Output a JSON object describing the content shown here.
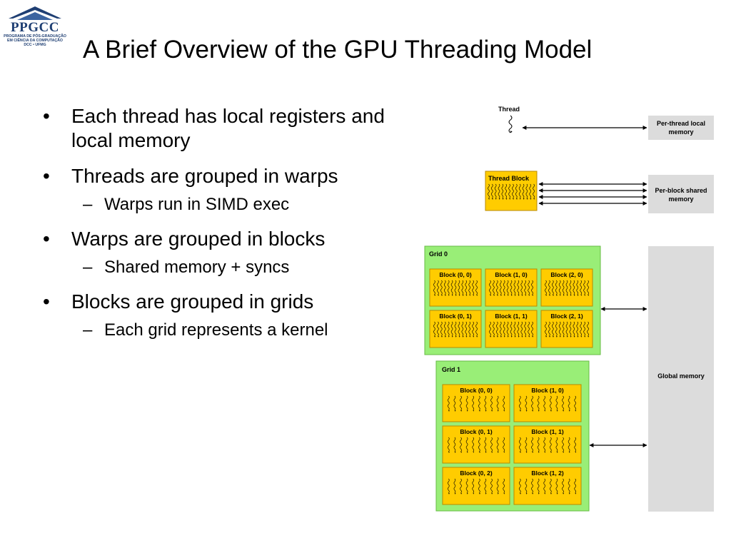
{
  "logo": {
    "name": "PPGCC",
    "subtitle": [
      "PROGRAMA DE PÓS-GRADUAÇÃO",
      "EM CIÊNCIA DA COMPUTAÇÃO",
      "DCC • UFMG"
    ]
  },
  "slide": {
    "title": "A Brief Overview of the GPU Threading Model",
    "bullets": [
      {
        "text": "Each thread has local registers and local memory",
        "sub": []
      },
      {
        "text": "Threads are grouped in warps",
        "sub": [
          "Warps run in SIMD exec"
        ]
      },
      {
        "text": "Warps are grouped in blocks",
        "sub": [
          "Shared memory + syncs"
        ]
      },
      {
        "text": "Blocks are grouped in grids",
        "sub": [
          "Each grid represents a kernel"
        ]
      }
    ]
  },
  "diagram": {
    "thread_label": "Thread",
    "thread_block_label": "Thread Block",
    "per_thread_memory": [
      "Per-thread local",
      "memory"
    ],
    "per_block_memory": [
      "Per-block shared",
      "memory"
    ],
    "global_memory": "Global memory",
    "grid0": {
      "label": "Grid 0",
      "blocks": [
        "Block (0, 0)",
        "Block (1, 0)",
        "Block (2, 0)",
        "Block (0, 1)",
        "Block (1, 1)",
        "Block (2, 1)"
      ]
    },
    "grid1": {
      "label": "Grid 1",
      "blocks": [
        "Block (0, 0)",
        "Block (1, 0)",
        "Block (0, 1)",
        "Block (1, 1)",
        "Block (0, 2)",
        "Block (1, 2)"
      ]
    },
    "colors": {
      "grid_fill": "#99ee77",
      "grid_stroke": "#66bb44",
      "block_fill": "#ffcc00",
      "block_stroke": "#b88a00",
      "memory_fill": "#dcdcdc"
    }
  }
}
